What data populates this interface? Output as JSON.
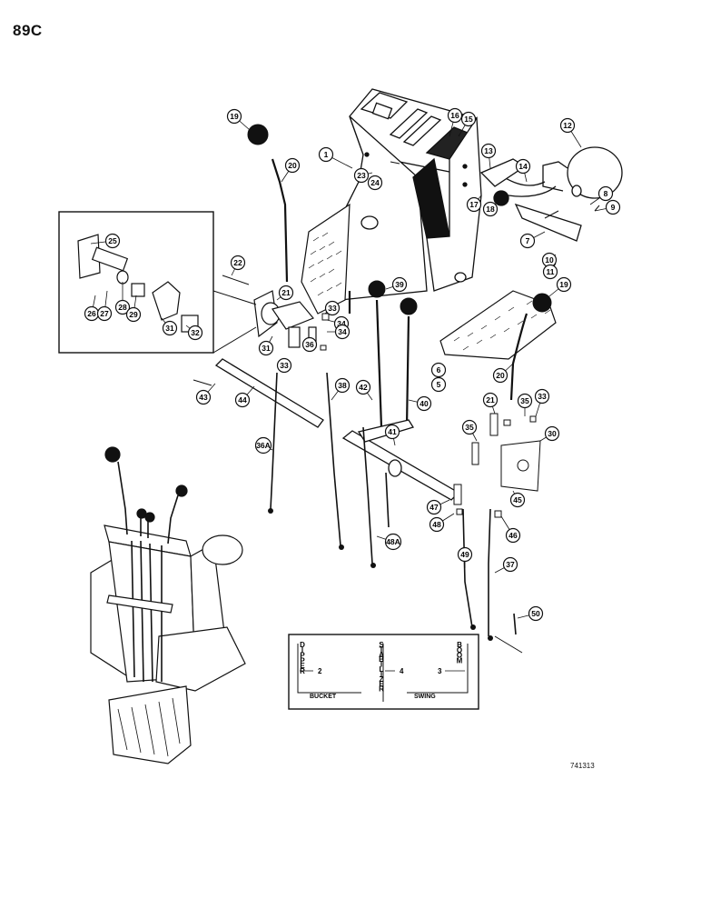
{
  "page_number": "89C",
  "drawing_code": "741313",
  "callouts": [
    "1",
    "2",
    "3",
    "4",
    "5",
    "6",
    "7",
    "8",
    "9",
    "10",
    "11",
    "12",
    "13",
    "14",
    "15",
    "16",
    "17",
    "18",
    "19",
    "19",
    "20",
    "20",
    "21",
    "21",
    "22",
    "23",
    "24",
    "25",
    "26",
    "27",
    "28",
    "29",
    "30",
    "31",
    "31",
    "32",
    "33",
    "33",
    "33",
    "34",
    "34",
    "35",
    "35",
    "36",
    "36A",
    "37",
    "38",
    "39",
    "40",
    "41",
    "42",
    "43",
    "44",
    "45",
    "46",
    "47",
    "48",
    "48A",
    "49",
    "50"
  ],
  "indicator_plate": {
    "columns": [
      {
        "text": "DIPPER",
        "bracket": "( )",
        "callout": "2",
        "label": "BUCKET"
      },
      {
        "text": "STABILIZER",
        "callout": "4",
        "label": ""
      },
      {
        "text": "BOOM",
        "bracket": "( )",
        "callout": "3",
        "label": "SWING"
      }
    ]
  },
  "colors": {
    "ink": "#111111",
    "paper": "#ffffff"
  }
}
